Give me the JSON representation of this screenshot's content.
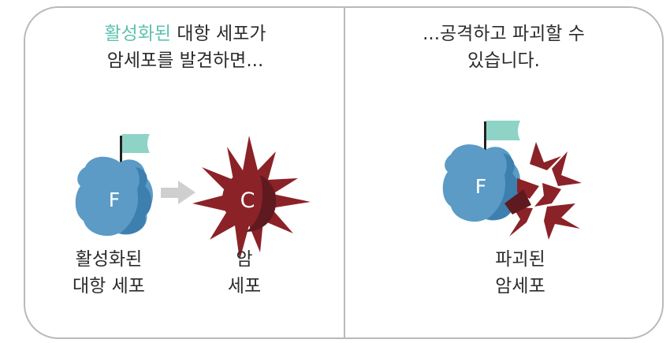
{
  "left_panel": {
    "caption_highlight": "활성화된",
    "caption_line1_rest": " 대항 세포가",
    "caption_line2": "암세포를 발견하면...",
    "t_cell_letter": "F",
    "cancer_letter": "C",
    "label_activated_line1": "활성화된",
    "label_activated_line2": "대항 세포",
    "label_cancer_line1": "암",
    "label_cancer_line2": "세포"
  },
  "right_panel": {
    "caption_line1": "...공격하고 파괴할 수",
    "caption_line2": "있습니다.",
    "t_cell_letter": "F",
    "label_destroyed_line1": "파괴된",
    "label_destroyed_line2": "암세포"
  },
  "colors": {
    "highlight": "#5cc3b0",
    "t_cell_blue": "#5b9bc6",
    "t_cell_blue_dark": "#3d7fae",
    "flag_teal": "#8fd3c6",
    "cancer_red": "#8b2228",
    "cancer_red_dark": "#5e1a1f",
    "arrow_grey": "#cfcfcf"
  }
}
